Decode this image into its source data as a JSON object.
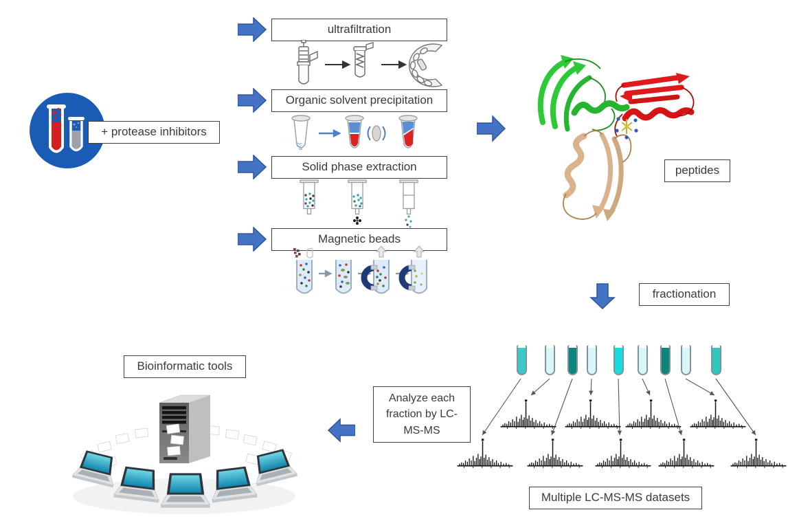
{
  "sample": {
    "annotation": "+ protease inhibitors"
  },
  "extraction_methods": [
    {
      "label": "ultrafiltration"
    },
    {
      "label": "Organic solvent precipitation"
    },
    {
      "label": "Solid phase extraction"
    },
    {
      "label": "Magnetic beads"
    }
  ],
  "peptides": {
    "label": "peptides"
  },
  "fractionation": {
    "label": "fractionation",
    "tube_colors": [
      "#3EC9C9",
      "#D9F6F8",
      "#0E857B",
      "#D9F6F8",
      "#17DCE2",
      "#D9F6F8",
      "#0E857B",
      "#D9F6F8",
      "#2FC7BC"
    ]
  },
  "analysis": {
    "label": "Analyze each fraction by LC-MS-MS"
  },
  "datasets": {
    "label": "Multiple LC-MS-MS datasets"
  },
  "bioinformatics": {
    "label": "Bioinformatic tools"
  },
  "colors": {
    "flow_arrow": "#4472C4",
    "flow_arrow_border": "#2F5597",
    "sample_circle": "#1A5BB5",
    "sample_tube_red": "#D42020",
    "sample_tube_gray": "#9EA2A6",
    "protein_green": "#2DC937",
    "protein_red": "#E01A1A",
    "protein_wheat": "#D9B38C",
    "spectrum_black": "#151515",
    "laptop_screen_teal": "#2BA5C6"
  }
}
